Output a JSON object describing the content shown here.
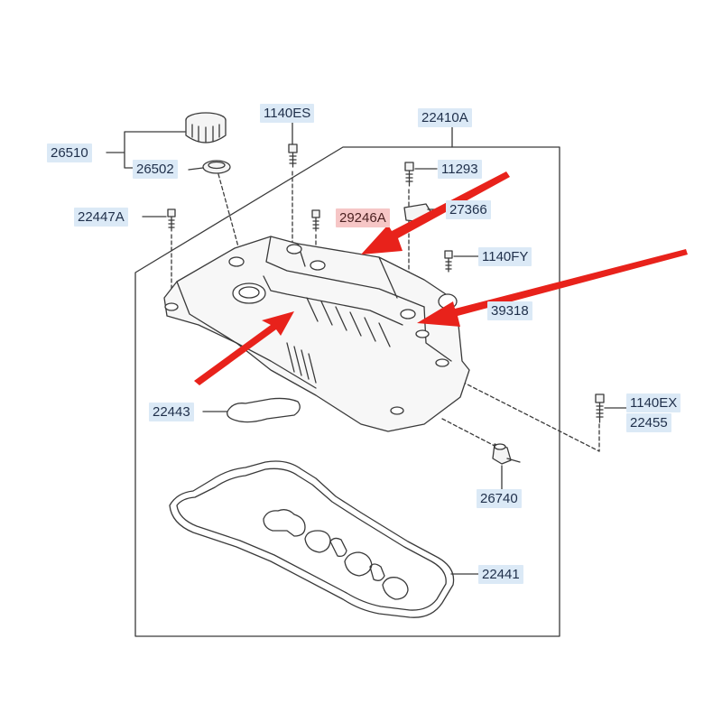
{
  "labels": {
    "p26510": "26510",
    "p26502": "26502",
    "p1140ES": "1140ES",
    "p22410A": "22410A",
    "p11293": "11293",
    "p22447A": "22447A",
    "p29246A": "29246A",
    "p27366": "27366",
    "p1140FY": "1140FY",
    "p39318": "39318",
    "p22443": "22443",
    "p1140EX": "1140EX",
    "p22455": "22455",
    "p26740": "26740",
    "p22441": "22441"
  },
  "colors": {
    "label_bg": "#dbe9f6",
    "highlight_bg": "#f6c6c6",
    "arrow": "#e8221b",
    "line": "#3a3a3a"
  },
  "icons": [
    "oil-filler-cap-icon",
    "cap-gasket-icon",
    "bolt-icon",
    "pcv-valve-icon",
    "arrow-icon"
  ]
}
